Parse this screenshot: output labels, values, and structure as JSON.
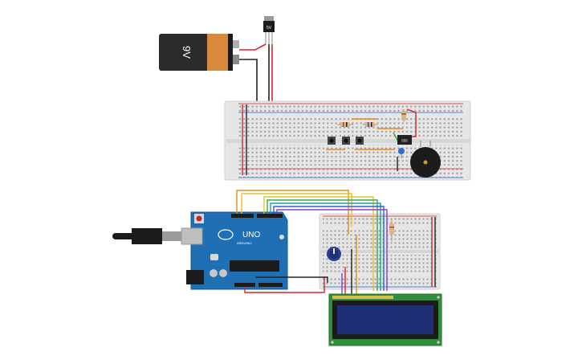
{
  "battery": {
    "label": "9V"
  },
  "regulator": {
    "label": "5V"
  },
  "arduino": {
    "brand": "UNO",
    "sub": "ARDUINO"
  },
  "ic555": {
    "label": "555"
  },
  "colors": {
    "wire_red": "#d9252a",
    "wire_black": "#222222",
    "wire_orange": "#e58a1f",
    "wire_yellow": "#e3c229",
    "wire_green": "#35a845",
    "wire_teal": "#1aa3a3",
    "wire_blue": "#2c5fd6",
    "wire_purple": "#8a3fc7",
    "board_blue": "#1f6fb5",
    "breadboard": "#e6e6e6",
    "lcd_green": "#2f8f3a",
    "lcd_screen": "#1e2f73"
  }
}
